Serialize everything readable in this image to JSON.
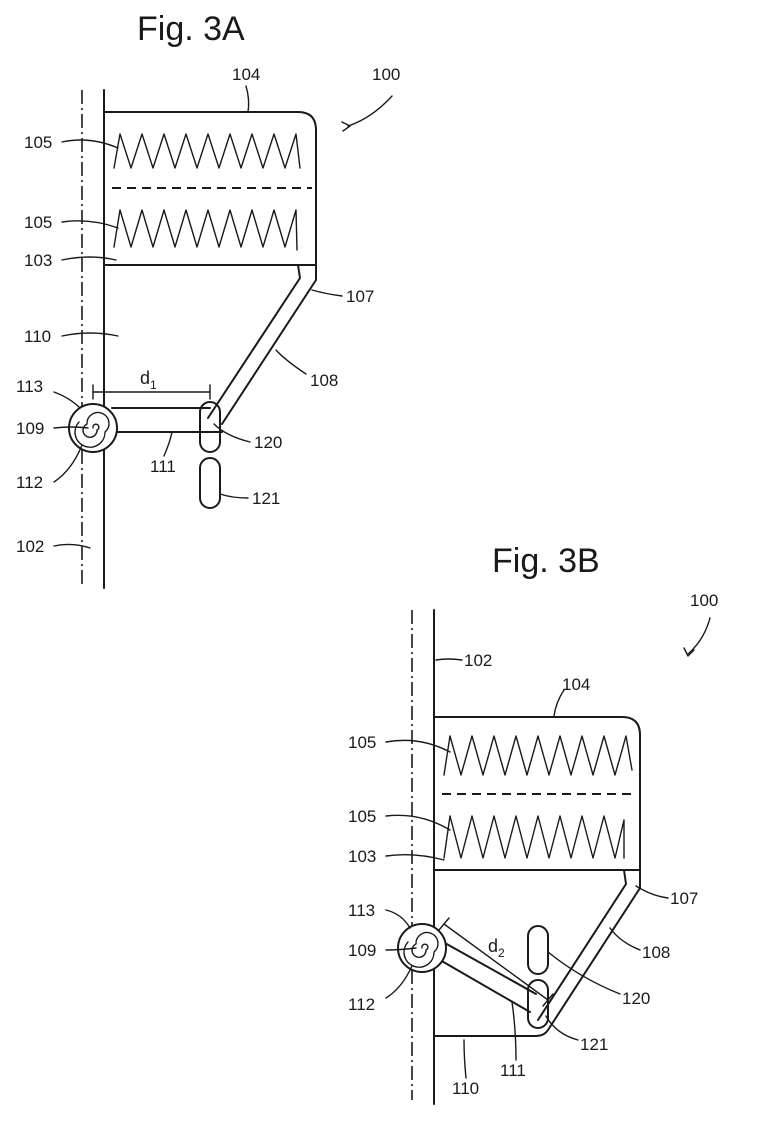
{
  "figures": [
    {
      "title": "Fig. 3A",
      "labels": {
        "assembly": "100",
        "post": "102",
        "divider": "103",
        "housing": "104",
        "spring_upper": "105",
        "spring_lower": "105",
        "corner": "107",
        "slant": "108",
        "pivot": "109",
        "chamber": "110",
        "arm": "111",
        "coil": "112",
        "ring": "113",
        "slot_upper": "120",
        "slot_lower": "121"
      },
      "dimension": {
        "letter": "d",
        "subscript": "1"
      }
    },
    {
      "title": "Fig. 3B",
      "labels": {
        "assembly": "100",
        "post": "102",
        "divider": "103",
        "housing": "104",
        "spring_upper": "105",
        "spring_lower": "105",
        "corner": "107",
        "slant": "108",
        "pivot": "109",
        "chamber": "110",
        "arm": "111",
        "coil": "112",
        "ring": "113",
        "slot_upper": "120",
        "slot_lower": "121"
      },
      "dimension": {
        "letter": "d",
        "subscript": "2"
      }
    }
  ],
  "colors": {
    "ink": "#1a1a1a",
    "background": "#ffffff"
  }
}
